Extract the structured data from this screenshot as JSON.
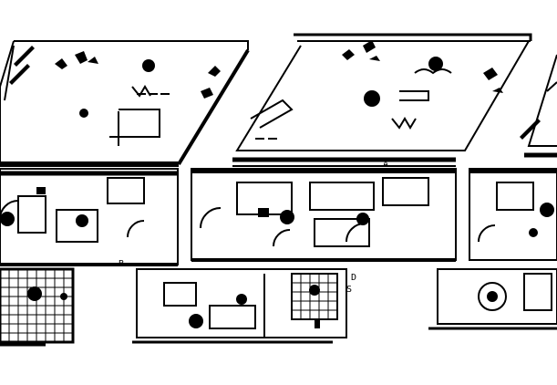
{
  "drawing": {
    "kind": "architectural floor plan",
    "line_color": "#000000",
    "background_color": "#ffffff",
    "room_tags": [
      "A",
      "B",
      "D",
      "S"
    ]
  }
}
